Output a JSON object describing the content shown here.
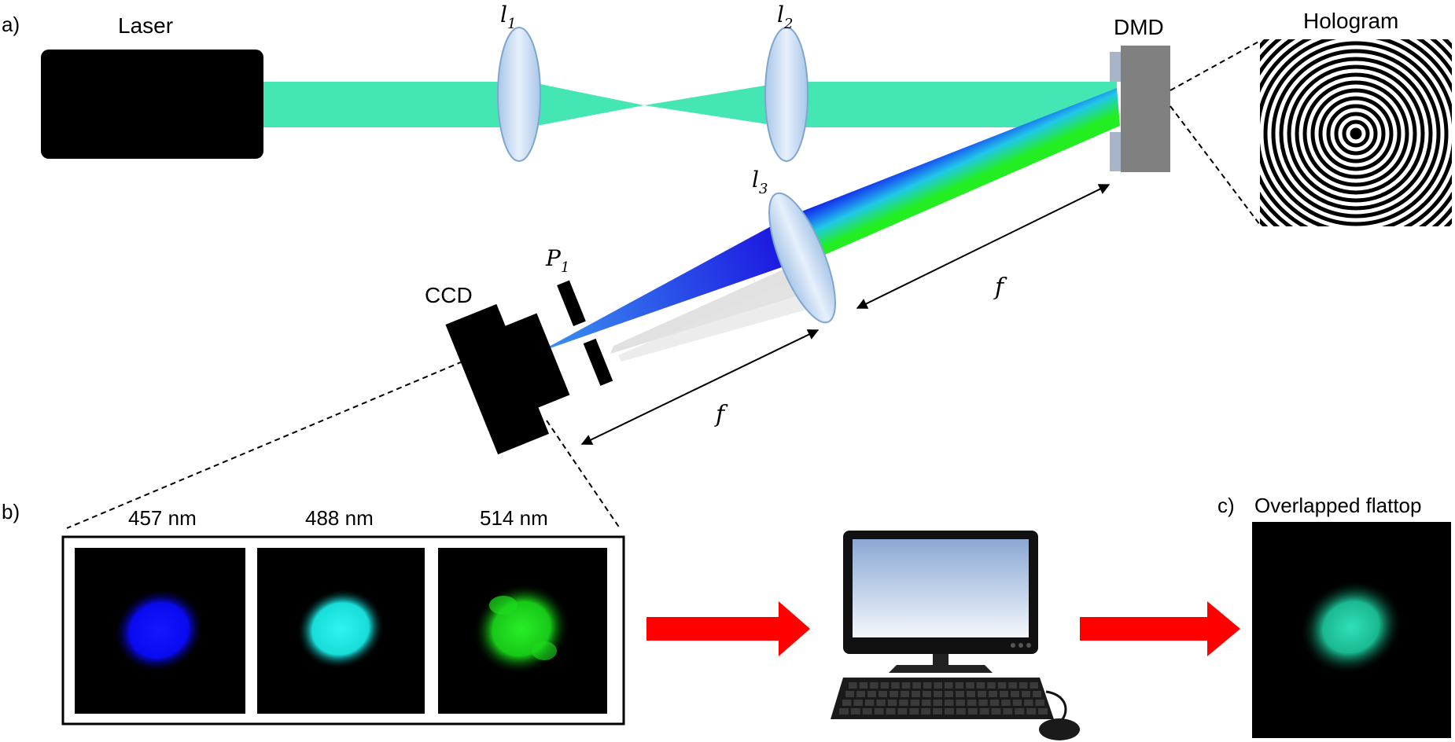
{
  "panels": {
    "a": "a)",
    "b": "b)",
    "c": "c)"
  },
  "labels": {
    "laser": "Laser",
    "dmd": "DMD",
    "hologram": "Hologram",
    "ccd": "CCD",
    "l1_base": "l",
    "l1_sub": "1",
    "l2_base": "l",
    "l2_sub": "2",
    "l3_base": "l",
    "l3_sub": "3",
    "p1_base": "P",
    "p1_sub": "1",
    "f_upper": "f",
    "f_lower": "f"
  },
  "spots": [
    {
      "label": "457 nm",
      "color": "#1a1aff"
    },
    {
      "label": "488 nm",
      "color": "#22e8e0"
    },
    {
      "label": "514 nm",
      "color": "#22dd22"
    }
  ],
  "overlap_title": "Overlapped flattop",
  "colors": {
    "beam": "#44e6b4",
    "lens": "#c8dcf0",
    "arrow_red": "#ff0000",
    "dmd": "#808080",
    "dmd_mirror": "#a8b4c8"
  },
  "icons": {
    "computer": "desktop-computer-icon"
  }
}
